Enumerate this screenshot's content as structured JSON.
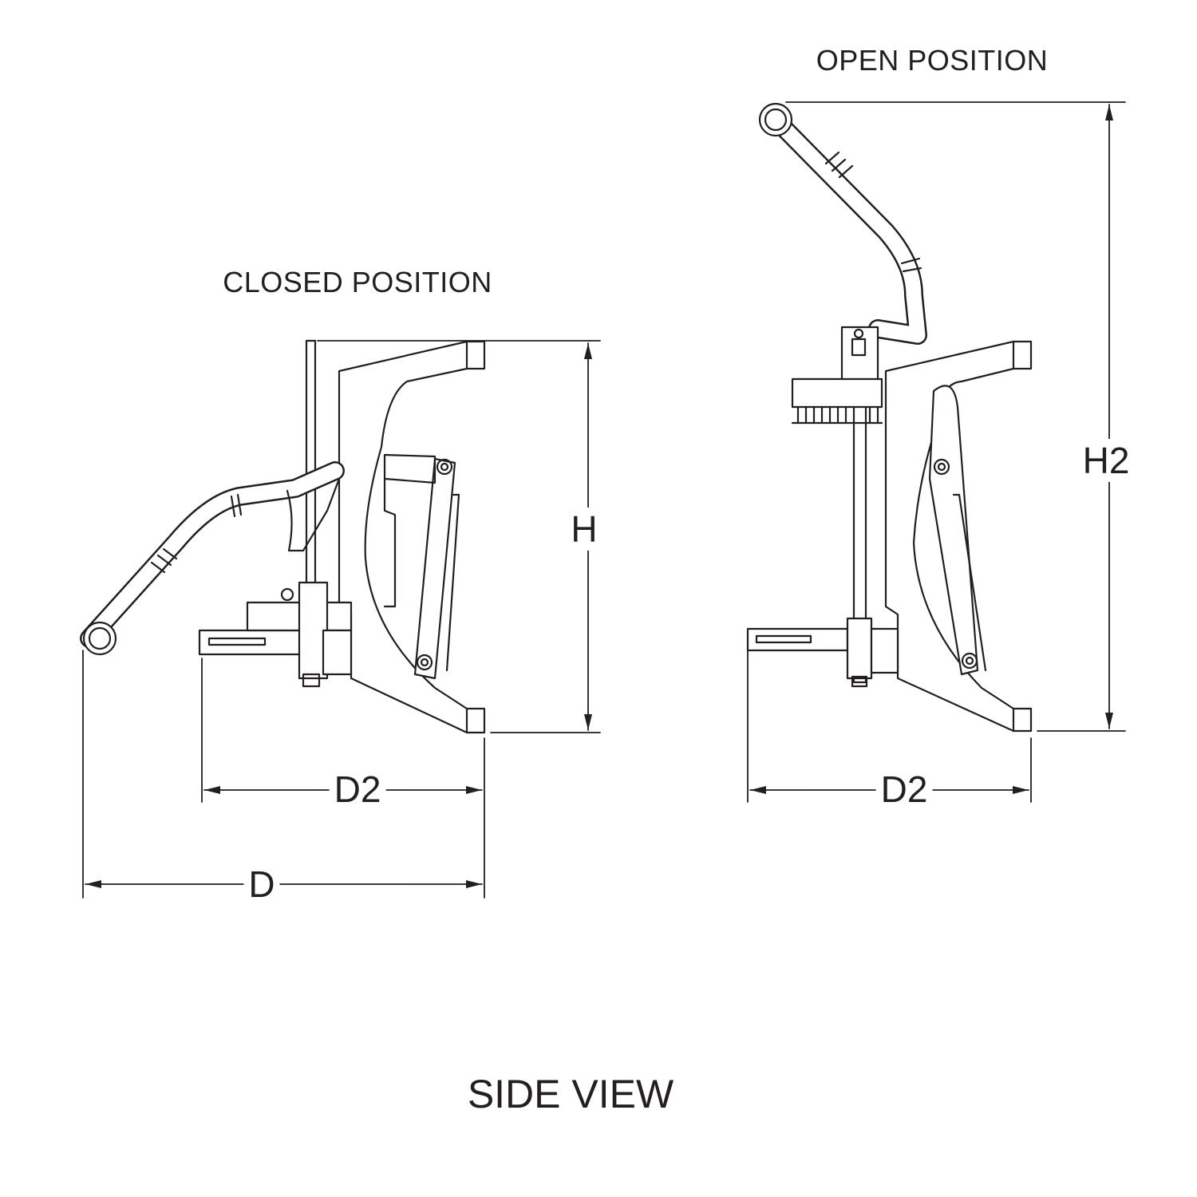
{
  "labels": {
    "open_position": "OPEN POSITION",
    "closed_position": "CLOSED POSITION",
    "footer": "SIDE VIEW"
  },
  "dimensions": {
    "height_closed": "H",
    "height_open": "H2",
    "depth_base_closed": "D2",
    "depth_base_open": "D2",
    "depth_overall": "D"
  },
  "colors": {
    "line": "#231f20",
    "background": "#ffffff"
  }
}
